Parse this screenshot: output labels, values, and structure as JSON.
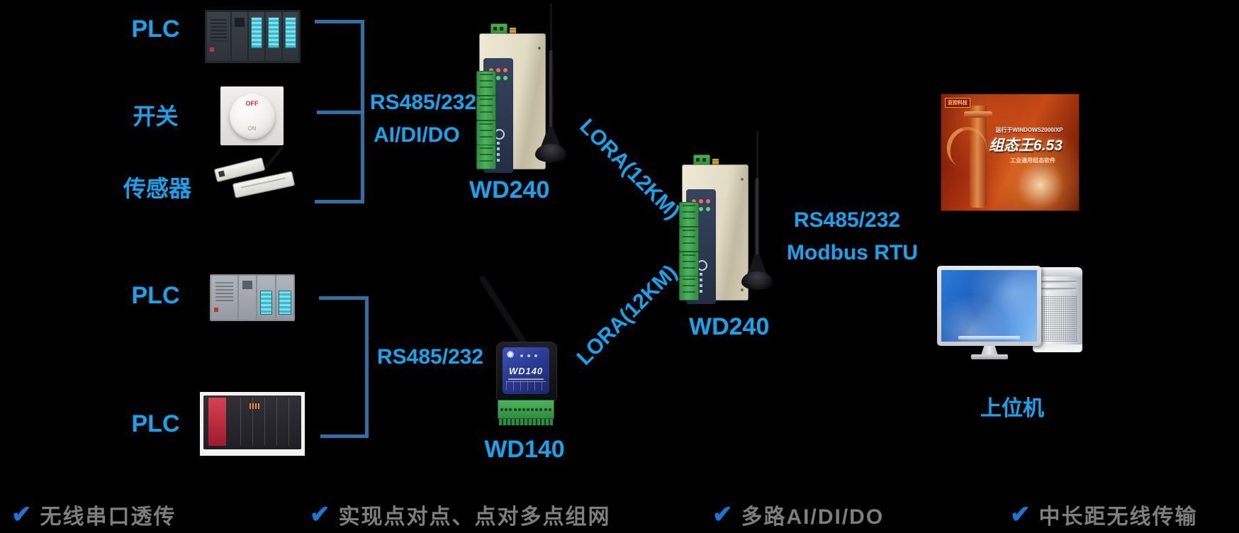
{
  "colors": {
    "background": "#000000",
    "accent_cyan": "#15A4EE",
    "bracket_blue": "#2F71A6",
    "check_blue": "#1B74D6",
    "feature_gray": "#7E7E7E"
  },
  "top_group": {
    "plc_label": "PLC",
    "switch_label": "开关",
    "sensor_label": "传感器",
    "switch_off_text": "OFF",
    "switch_on_text": "ON",
    "bus_line1": "RS485/232",
    "bus_line2": "AI/DI/DO",
    "radio1_label": "WD240",
    "lora_link1": "LORA(12KM)",
    "lora_link2": "LORA(12KM)",
    "radio2_label": "WD240",
    "host_bus_line1": "RS485/232",
    "host_bus_line2": "Modbus RTU",
    "host_label": "上位机"
  },
  "bottom_group": {
    "plc1_label": "PLC",
    "plc2_label": "PLC",
    "bus_line": "RS485/232",
    "radio_label": "WD140",
    "radio_panel_model": "WD140"
  },
  "software_box": {
    "badge": "亚控科技",
    "platform": "运行于WINDOWS2000/XP",
    "title": "组态王6.53",
    "subtitle": "工业通用组态软件"
  },
  "features": [
    {
      "check": "✔",
      "text": "无线串口透传"
    },
    {
      "check": "✔",
      "text": "实现点对点、点对多点组网"
    },
    {
      "check": "✔",
      "text": "多路AI/DI/DO"
    },
    {
      "check": "✔",
      "text": "中长距无线传输"
    }
  ]
}
